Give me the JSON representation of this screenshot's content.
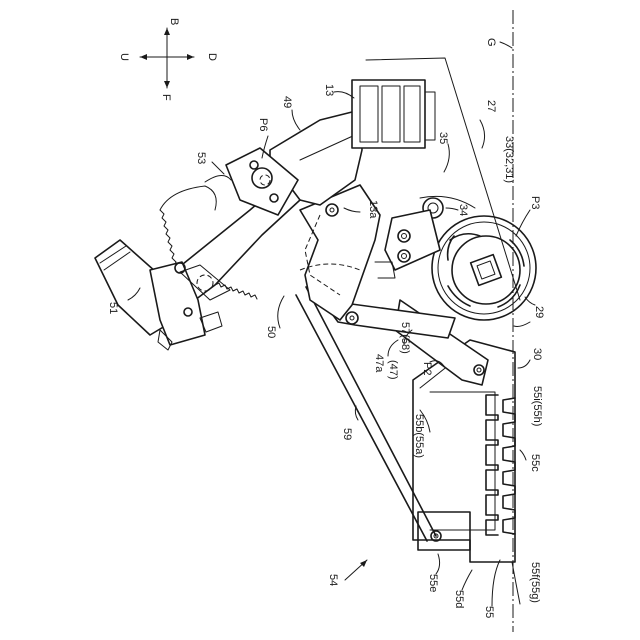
{
  "directions": {
    "up": "B",
    "down": "F",
    "left": "U",
    "right": "D"
  },
  "labels": {
    "G": "G",
    "n13": "13",
    "n27": "27",
    "n49": "49",
    "P6": "P6",
    "n35": "35",
    "n33": "33(32,31)",
    "n53": "53",
    "n13a": "13a",
    "n34": "34",
    "P3": "P3",
    "n51": "51",
    "n29": "29",
    "n50": "50",
    "n57": "57(58)",
    "n30": "30",
    "n47a": "47a",
    "n47": "(47)",
    "P2": "P2",
    "n55i": "55i(55h)",
    "n59": "59",
    "n55b": "55b(55a)",
    "n55c": "55c",
    "n54": "54",
    "n55e": "55e",
    "n55d": "55d",
    "n55f": "55f(55g)",
    "n55": "55"
  }
}
